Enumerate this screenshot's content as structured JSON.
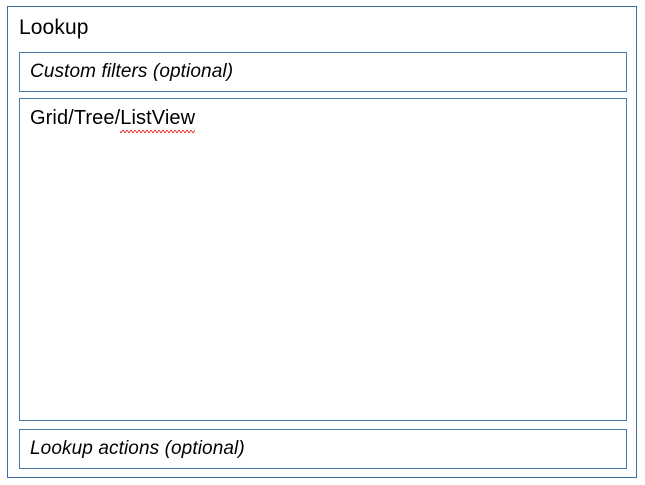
{
  "panel": {
    "title": "Lookup",
    "border_color": "#3c6e9f",
    "background": "#ffffff"
  },
  "regions": [
    {
      "name": "custom-filters",
      "label": "Custom filters (optional)",
      "style": "italic",
      "optional": true,
      "border_color": "#4a7aa7"
    },
    {
      "name": "grid-tree-listview",
      "label": "Grid/Tree/ListView",
      "label_prefix": "Grid/Tree/",
      "label_misspelled": "ListView",
      "style": "plain",
      "optional": false,
      "border_color": "#4a7aa7",
      "spellcheck_underline_color": "#e8413a"
    },
    {
      "name": "lookup-actions",
      "label": "Lookup actions (optional)",
      "style": "italic",
      "optional": true,
      "border_color": "#4a7aa7"
    }
  ]
}
